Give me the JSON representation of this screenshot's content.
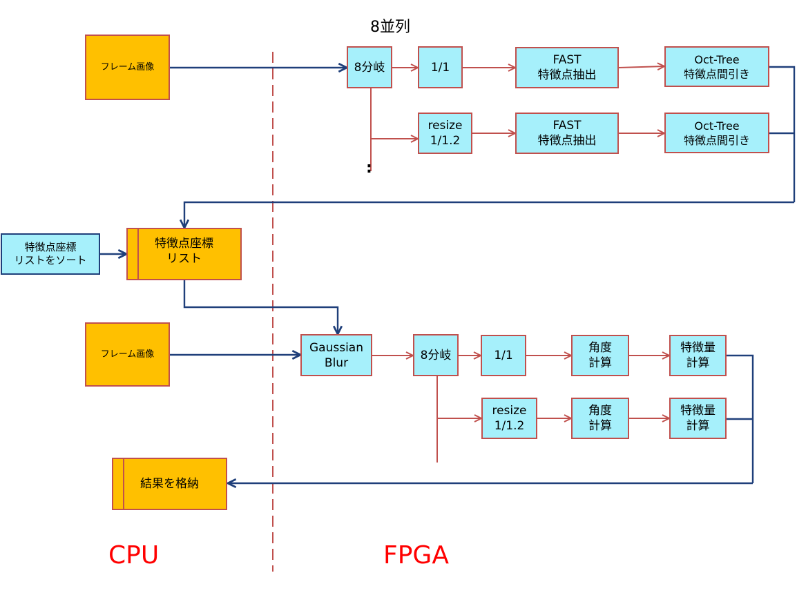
{
  "header": {
    "parallel": "8並列",
    "dots": ":"
  },
  "top": {
    "frame": "フレーム画像",
    "branch": "8分岐",
    "scale1": "1/1",
    "scale2": [
      "resize",
      "1/1.2"
    ],
    "fast": [
      "FAST",
      "特徴点抽出"
    ],
    "octree": [
      "Oct-Tree",
      "特徴点間引き"
    ]
  },
  "mid": {
    "sort": [
      "特徴点座標",
      "リストをソート"
    ],
    "list": [
      "特徴点座標",
      "リスト"
    ]
  },
  "bottom": {
    "frame": "フレーム画像",
    "blur": [
      "Gaussian",
      "Blur"
    ],
    "branch": "8分岐",
    "scale1": "1/1",
    "scale2": [
      "resize",
      "1/1.2"
    ],
    "angle": [
      "角度",
      "計算"
    ],
    "feature": [
      "特徴量",
      "計算"
    ],
    "result": "結果を格納"
  },
  "regions": {
    "cpu": "CPU",
    "fpga": "FPGA"
  },
  "colors": {
    "process_fill": "#a6f0fb",
    "memory_fill": "#ffc000",
    "arrow_red": "#c0504d",
    "arrow_blue": "#1f3f7a",
    "region_label": "#ff0000"
  }
}
